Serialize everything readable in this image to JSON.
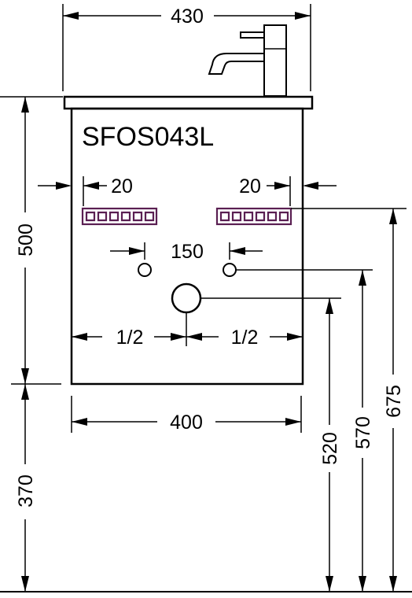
{
  "diagram": {
    "model_code": "SFOS043L",
    "dimensions": {
      "top_width": "430",
      "cabinet_height": "500",
      "floor_to_cabinet": "370",
      "cabinet_width": "400",
      "rail_offset_left": "20",
      "rail_offset_right": "20",
      "hole_spacing": "150",
      "drain_left": "1/2",
      "drain_right": "1/2",
      "drain_height": "520",
      "supply_height": "570",
      "rail_height": "675"
    },
    "colors": {
      "line": "#000000",
      "rail": "#5a1f52",
      "background": "#ffffff"
    }
  }
}
